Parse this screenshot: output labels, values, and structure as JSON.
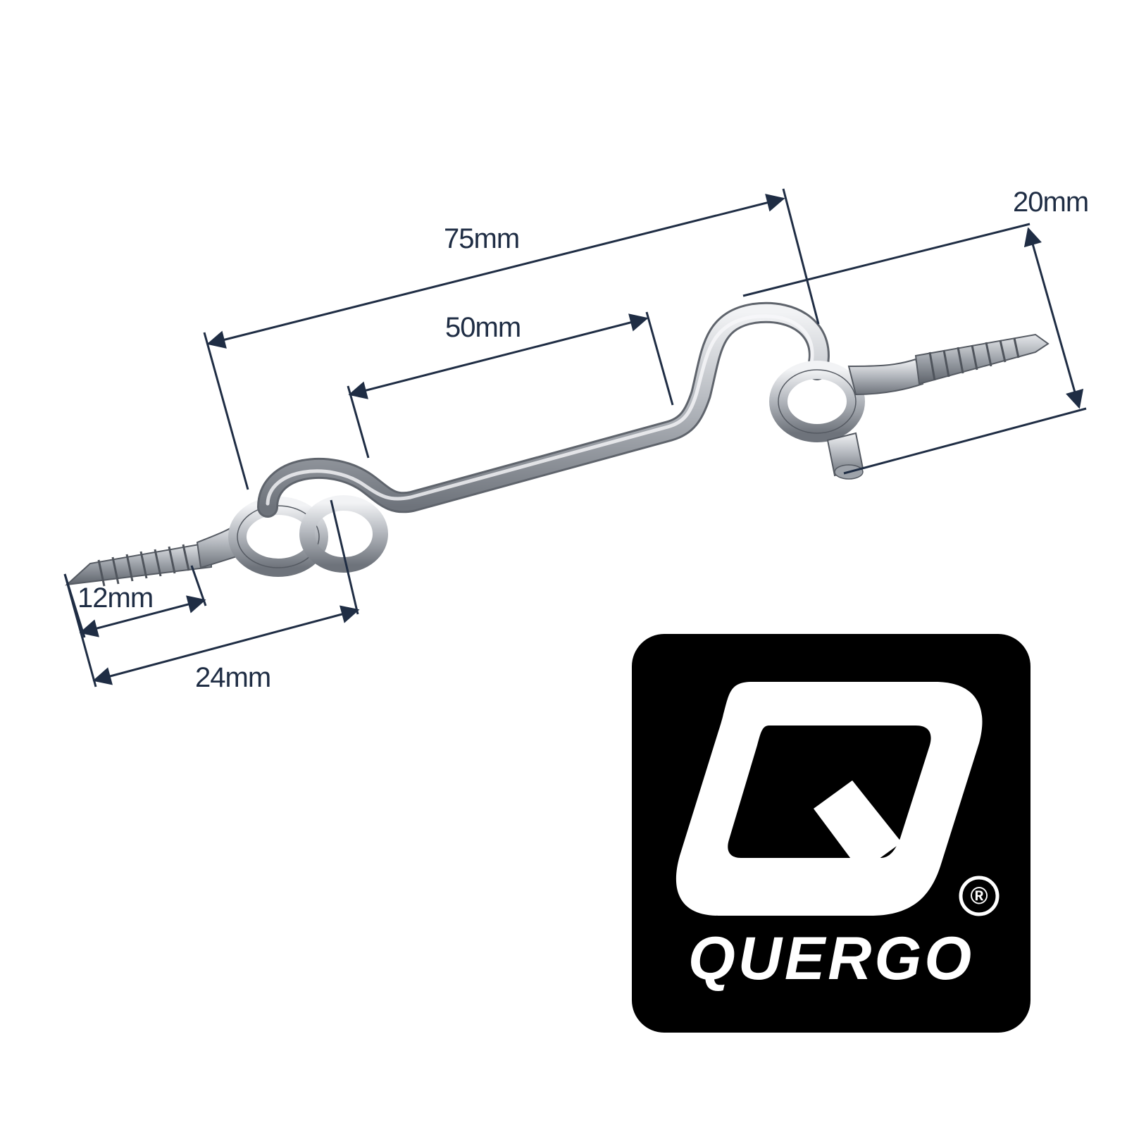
{
  "dimensions": {
    "overall_length": "75mm",
    "inner_length": "50mm",
    "eye_height": "20mm",
    "thread_length": "12mm",
    "screw_length": "24mm"
  },
  "logo": {
    "brand": "QUERGO",
    "registered_mark": "®"
  },
  "colors": {
    "dimension_lines": "#1f2d44",
    "metal": "#b9bcc2",
    "logo_background": "#000000",
    "logo_foreground": "#ffffff"
  }
}
